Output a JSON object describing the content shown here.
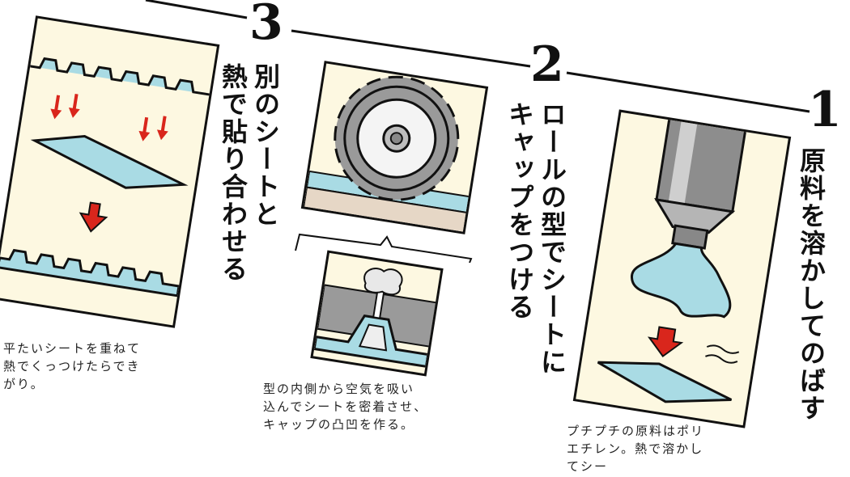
{
  "colors": {
    "panel_bg": "#fdf8e1",
    "sheet_blue": "#a9dbe4",
    "arrow_red": "#d9261c",
    "gear_gray": "#9a9a9a",
    "base_tan": "#e6d7c6"
  },
  "steps": [
    {
      "number": "1",
      "title": "原料を溶かしてのばす",
      "caption": [
        "プチプチの原料はポリ",
        "エチレン。熱で溶かし",
        "てシー"
      ]
    },
    {
      "number": "2",
      "title_lines": [
        "ロールの型でシートに",
        "キャップをつける"
      ],
      "caption": [
        "型の内側から空気を吸い",
        "込んでシートを密着させ、",
        "キャップの凸凹を作る。"
      ]
    },
    {
      "number": "3",
      "title_lines": [
        "別のシートと",
        "熱で貼り合わせる"
      ],
      "caption": [
        "平たいシートを重ねて",
        "熱でくっつけたらでき",
        "がり。"
      ]
    }
  ]
}
